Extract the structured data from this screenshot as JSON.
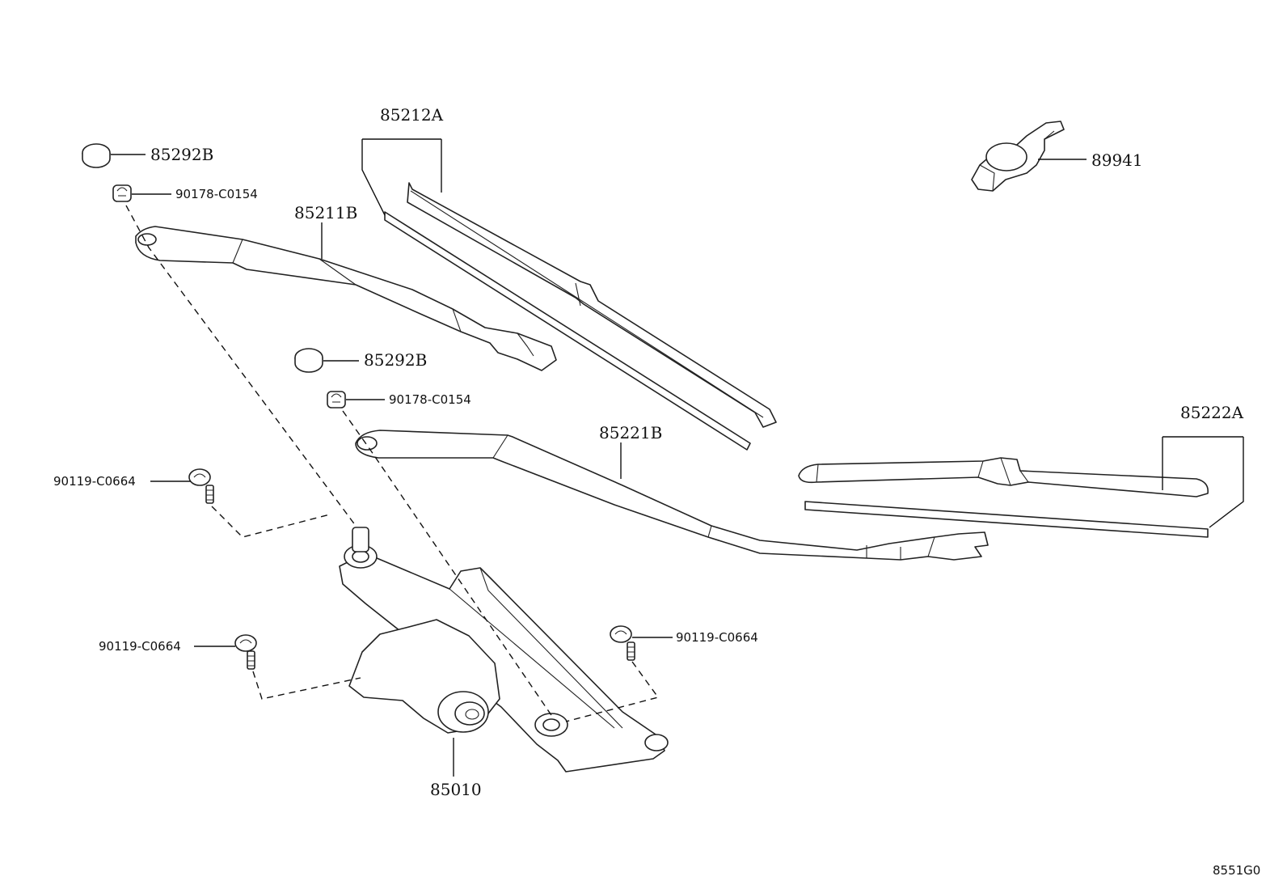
{
  "diagram_code": "8551G0",
  "parts": {
    "cap_a": "85292B",
    "nut_a": "90178-C0154",
    "arm_front_left": "85211B",
    "blade_left": "85212A",
    "cap_b": "85292B",
    "nut_b": "90178-C0154",
    "arm_front_right": "85221B",
    "blade_right": "85222A",
    "sensor": "89941",
    "bolt_a": "90119-C0664",
    "bolt_b": "90119-C0664",
    "bolt_c": "90119-C0664",
    "motor_link": "85010"
  }
}
